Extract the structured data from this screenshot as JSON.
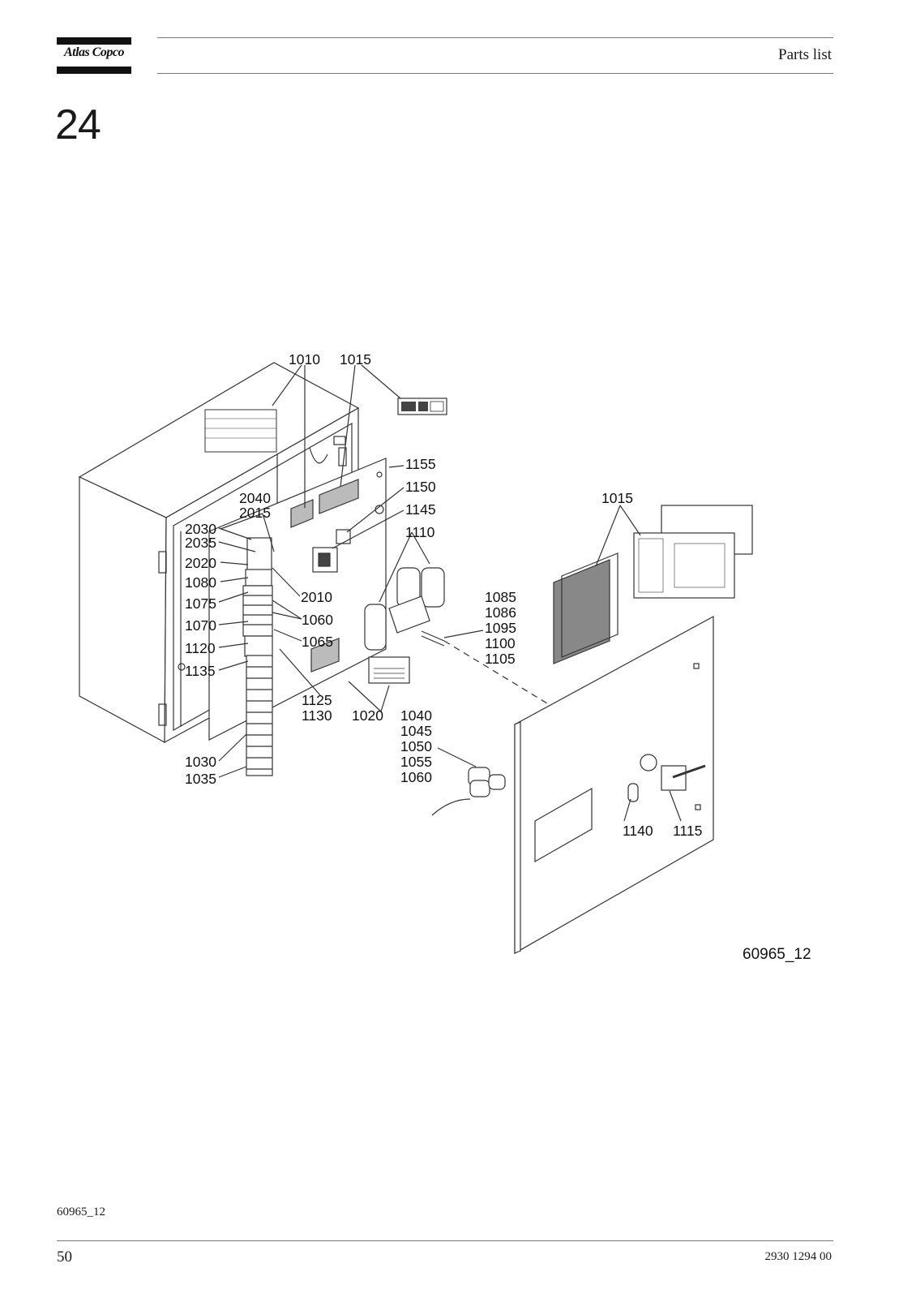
{
  "header": {
    "brand": "Atlas Copco",
    "title": "Parts list"
  },
  "section": {
    "number": "24"
  },
  "figure": {
    "ref_id": "60965_12",
    "callouts": {
      "c1010": "1010",
      "c1015a": "1015",
      "c1155": "1155",
      "c1150": "1150",
      "c1145": "1145",
      "c1110": "1110",
      "c1015b": "1015",
      "c2040": "2040",
      "c2015": "2015",
      "c2030": "2030",
      "c2035": "2035",
      "c2020": "2020",
      "c1080": "1080",
      "c2010": "2010",
      "c1075": "1075",
      "c1060a": "1060",
      "c1070": "1070",
      "c1065": "1065",
      "c1120": "1120",
      "c1135": "1135",
      "c1085": "1085",
      "c1086": "1086",
      "c1095": "1095",
      "c1100": "1100",
      "c1105": "1105",
      "c1125": "1125",
      "c1130": "1130",
      "c1020": "1020",
      "c1040": "1040",
      "c1045": "1045",
      "c1050": "1050",
      "c1055": "1055",
      "c1060b": "1060",
      "c1030": "1030",
      "c1035": "1035",
      "c1140": "1140",
      "c1115": "1115"
    }
  },
  "footer": {
    "ref": "60965_12",
    "page": "50",
    "doc": "2930 1294 00"
  }
}
